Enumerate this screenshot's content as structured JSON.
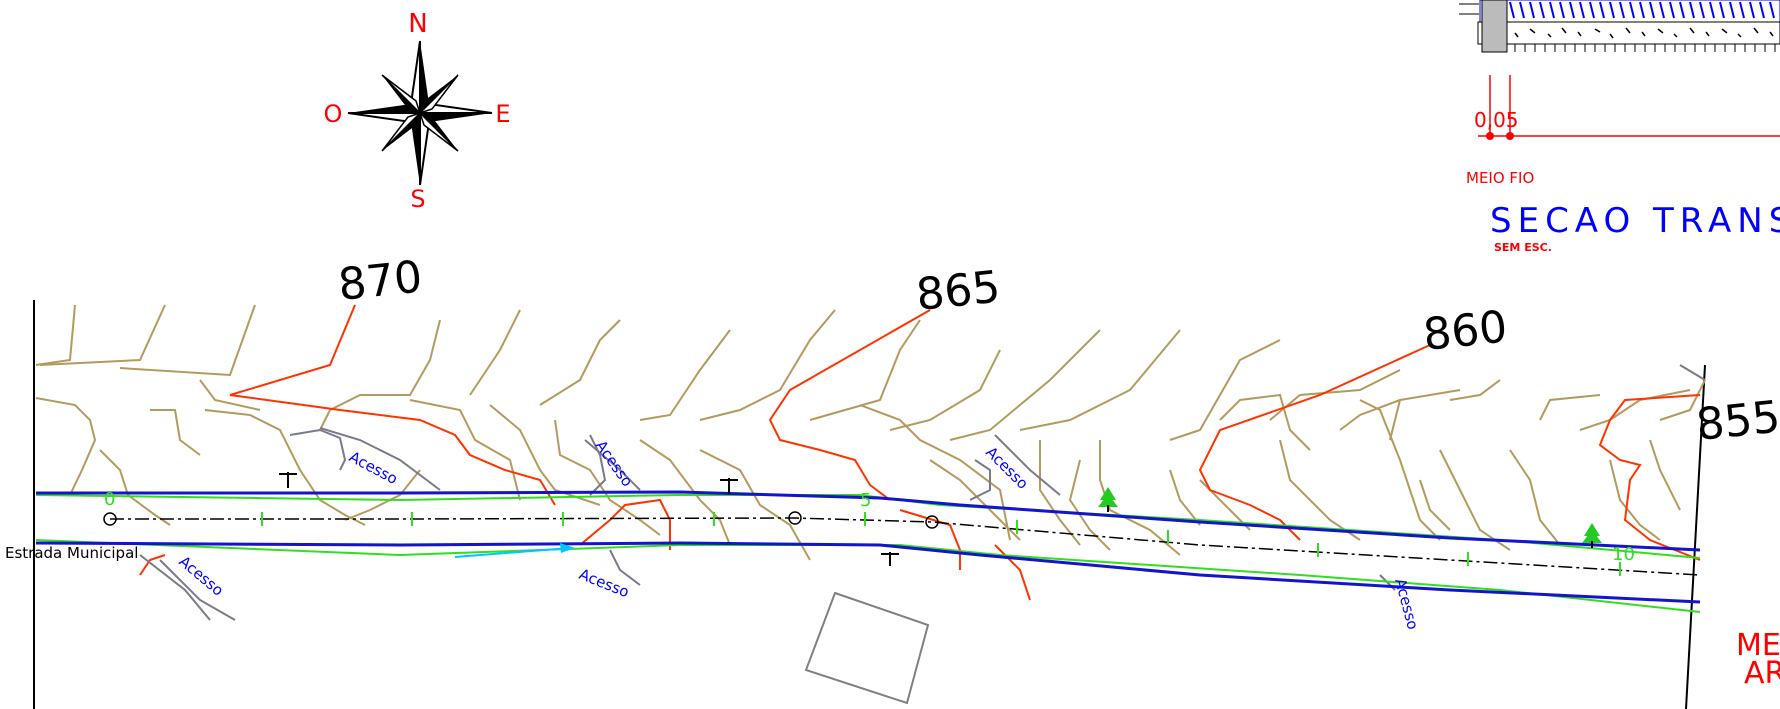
{
  "compass": {
    "north": "N",
    "south": "S",
    "east": "E",
    "west": "O"
  },
  "contours": {
    "c870": "870",
    "c865": "865",
    "c860": "860",
    "c855": "855"
  },
  "road": {
    "name": "Estrada Municipal"
  },
  "stations": {
    "s0": "0",
    "s5": "5",
    "s10": "10"
  },
  "access_labels": [
    "Acesso",
    "Acesso",
    "Acesso",
    "Acesso",
    "Acesso",
    "Acesso"
  ],
  "section": {
    "dimension": "0,05",
    "curb_label": "MEIO FIO",
    "title": "SECAO TRANS",
    "scale": "SEM ESC."
  },
  "edge_label": {
    "line1": "ME",
    "line2": "AR"
  },
  "colors": {
    "contour": "#b39a5e",
    "index_contour": "#ff3300",
    "road_edge": "#1414cc",
    "shoulder": "#33dd22",
    "label_red": "#ff0000",
    "label_blue": "#0000ff",
    "tree": "#22cc22"
  }
}
